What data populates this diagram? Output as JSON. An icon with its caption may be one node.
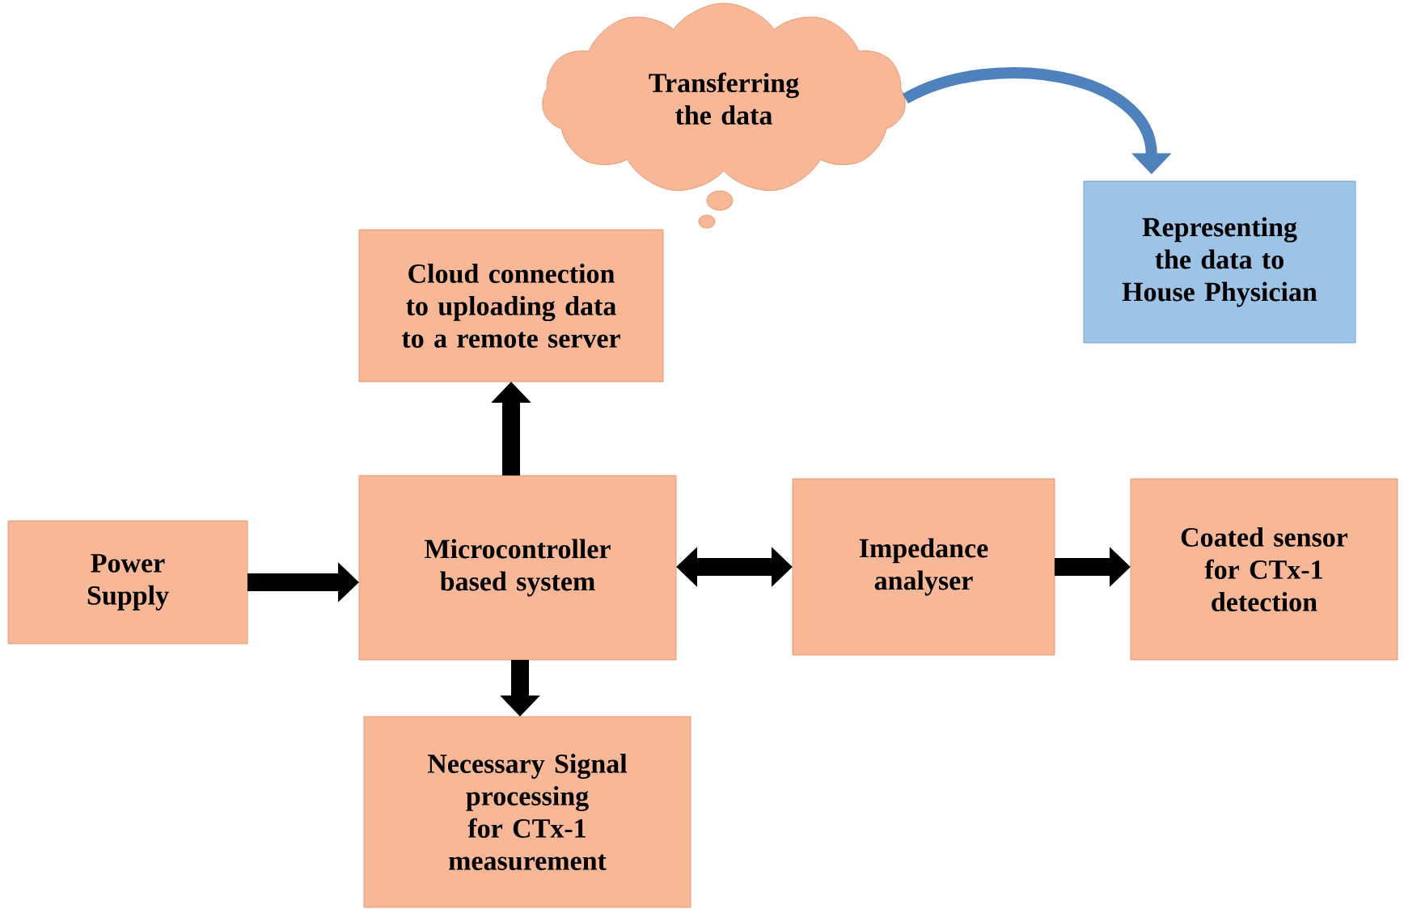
{
  "diagram": {
    "nodes": [
      {
        "text": [
          "Transferring the data"
        ]
      },
      {
        "text": [
          "Representing the data to House Physician"
        ]
      },
      {
        "text": [
          "Cloud connection to uploading data to a remote server"
        ]
      },
      {
        "text": [
          "Power Supply"
        ]
      },
      {
        "text": [
          "Microcontroller based system"
        ]
      },
      {
        "text": [
          "Impedance analyser"
        ]
      },
      {
        "text": [
          "Coated sensor for CTx-1 detection"
        ]
      },
      {
        "text": [
          "Necessary Signal processing for CTx-1 measurement"
        ]
      }
    ],
    "edges": [
      {
        "from": 0,
        "to": 1,
        "arrow": "to",
        "color": "#4f81bd"
      },
      {
        "from": 4,
        "to": 2,
        "arrow": "to"
      },
      {
        "from": 3,
        "to": 4,
        "arrow": "to"
      },
      {
        "from": 4,
        "to": 5,
        "arrow": "both"
      },
      {
        "from": 5,
        "to": 6,
        "arrow": "to"
      },
      {
        "from": 4,
        "to": 7,
        "arrow": "to"
      }
    ]
  }
}
